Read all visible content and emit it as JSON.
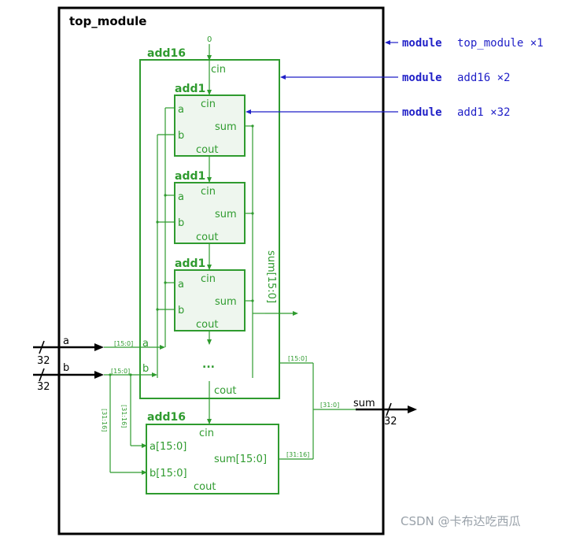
{
  "top": {
    "label": "top_module",
    "zero": "0"
  },
  "add16_upper": {
    "label": "add16",
    "cin": "cin",
    "cout": "cout",
    "sum_bus": "sum[15:0]",
    "ellipsis": "...",
    "a": "a",
    "b": "b"
  },
  "add1_blocks": [
    {
      "label": "add1",
      "a": "a",
      "b": "b",
      "cin": "cin",
      "sum": "sum",
      "cout": "cout"
    },
    {
      "label": "add1",
      "a": "a",
      "b": "b",
      "cin": "cin",
      "sum": "sum",
      "cout": "cout"
    },
    {
      "label": "add1",
      "a": "a",
      "b": "b",
      "cin": "cin",
      "sum": "sum",
      "cout": "cout"
    }
  ],
  "add16_lower": {
    "label": "add16",
    "cin": "cin",
    "a": "a[15:0]",
    "b": "b[15:0]",
    "sum": "sum[15:0]",
    "cout": "cout"
  },
  "inputs": {
    "a": {
      "name": "a",
      "width": "32",
      "slice_low": "[15:0]",
      "slice_high": "[31:16]"
    },
    "b": {
      "name": "b",
      "width": "32",
      "slice_low": "[15:0]",
      "slice_high": "[31:16]"
    }
  },
  "output": {
    "name": "sum",
    "width": "32",
    "bus": "[31:0]",
    "low": "[15:0]",
    "high": "[31:16]"
  },
  "legend": [
    {
      "keyword": "module",
      "text": "top_module ×1"
    },
    {
      "keyword": "module",
      "text": "add16 ×2"
    },
    {
      "keyword": "module",
      "text": "add1 ×32"
    }
  ],
  "watermark": "CSDN @卡布达吃西瓜",
  "colors": {
    "green": "#2f9b2f",
    "green_fill": "#eef6ee",
    "blue": "#1f1fc7",
    "black": "#000000"
  }
}
